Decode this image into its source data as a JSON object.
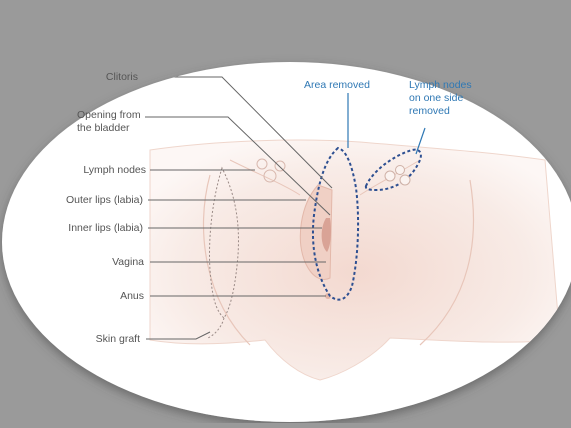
{
  "labels": {
    "clitoris": "Clitoris",
    "opening_from_bladder": "Opening from\nthe bladder",
    "lymph_nodes": "Lymph nodes",
    "outer_lips": "Outer lips (labia)",
    "inner_lips": "Inner lips (labia)",
    "vagina": "Vagina",
    "anus": "Anus",
    "skin_graft": "Skin graft",
    "area_removed": "Area removed",
    "lymph_nodes_one_side": "Lymph nodes\non one side\nremoved"
  },
  "colors": {
    "background": "#9a9a9a",
    "oval_fill": "#ffffff",
    "skin": "#f6e4dd",
    "skin_dark": "#eccbc0",
    "outline_blue": "#2d4f91",
    "label_blue": "#2f78b4",
    "leader_line": "#666666"
  }
}
